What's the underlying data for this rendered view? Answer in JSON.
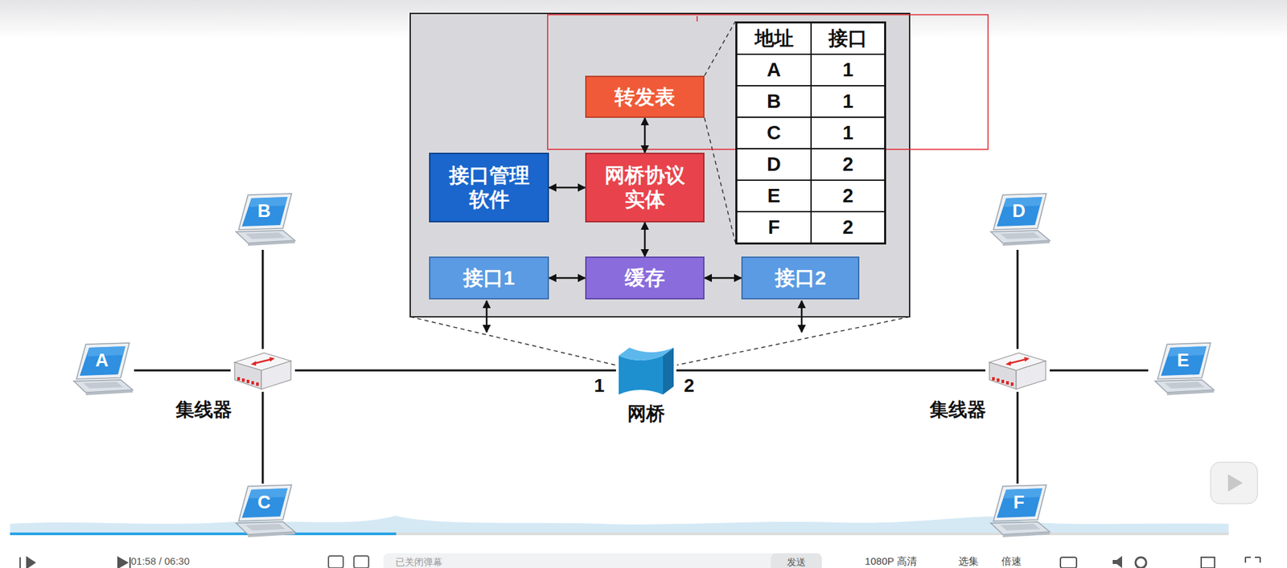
{
  "diagram": {
    "nodes": [
      {
        "text": [
          "转发表"
        ]
      },
      {
        "text": [
          "接口管理 软件"
        ]
      },
      {
        "text": [
          "网桥协议 实体"
        ]
      },
      {
        "text": [
          "接口1"
        ]
      },
      {
        "text": [
          "缓存"
        ]
      },
      {
        "text": [
          "接口2"
        ]
      },
      {
        "text": [
          "B"
        ]
      },
      {
        "text": [
          "A"
        ]
      },
      {
        "text": [
          "集线器"
        ]
      },
      {
        "text": [
          "C"
        ]
      },
      {
        "text": [
          "网桥"
        ]
      },
      {
        "text": [
          "D"
        ]
      },
      {
        "text": [
          "E"
        ]
      },
      {
        "text": [
          "集线器"
        ]
      },
      {
        "text": [
          "F"
        ]
      }
    ],
    "edges": [
      {
        "from": 0,
        "to": 2,
        "arrow": "both"
      },
      {
        "from": 1,
        "to": 2,
        "arrow": "both"
      },
      {
        "from": 2,
        "to": 4,
        "arrow": "both"
      },
      {
        "from": 3,
        "to": 4,
        "arrow": "both"
      },
      {
        "from": 4,
        "to": 5,
        "arrow": "both"
      },
      {
        "from": 7,
        "to": 8,
        "arrow": "none"
      },
      {
        "from": 6,
        "to": 8,
        "arrow": "none"
      },
      {
        "from": 9,
        "to": 8,
        "arrow": "none"
      },
      {
        "from": 8,
        "to": 10,
        "arrow": "none"
      },
      {
        "from": 10,
        "to": 13,
        "arrow": "none"
      },
      {
        "from": 13,
        "to": 11,
        "arrow": "none"
      },
      {
        "from": 13,
        "to": 12,
        "arrow": "none"
      },
      {
        "from": 13,
        "to": 14,
        "arrow": "none"
      }
    ],
    "labels": [
      "地址",
      "接口",
      "A",
      "1",
      "B",
      "1",
      "C",
      "1",
      "D",
      "2",
      "E",
      "2",
      "F",
      "2",
      "1",
      "2",
      "01:58 / 06:30",
      "已关闭弹幕",
      "发送",
      "1080P 高清",
      "选集",
      "倍速"
    ]
  }
}
